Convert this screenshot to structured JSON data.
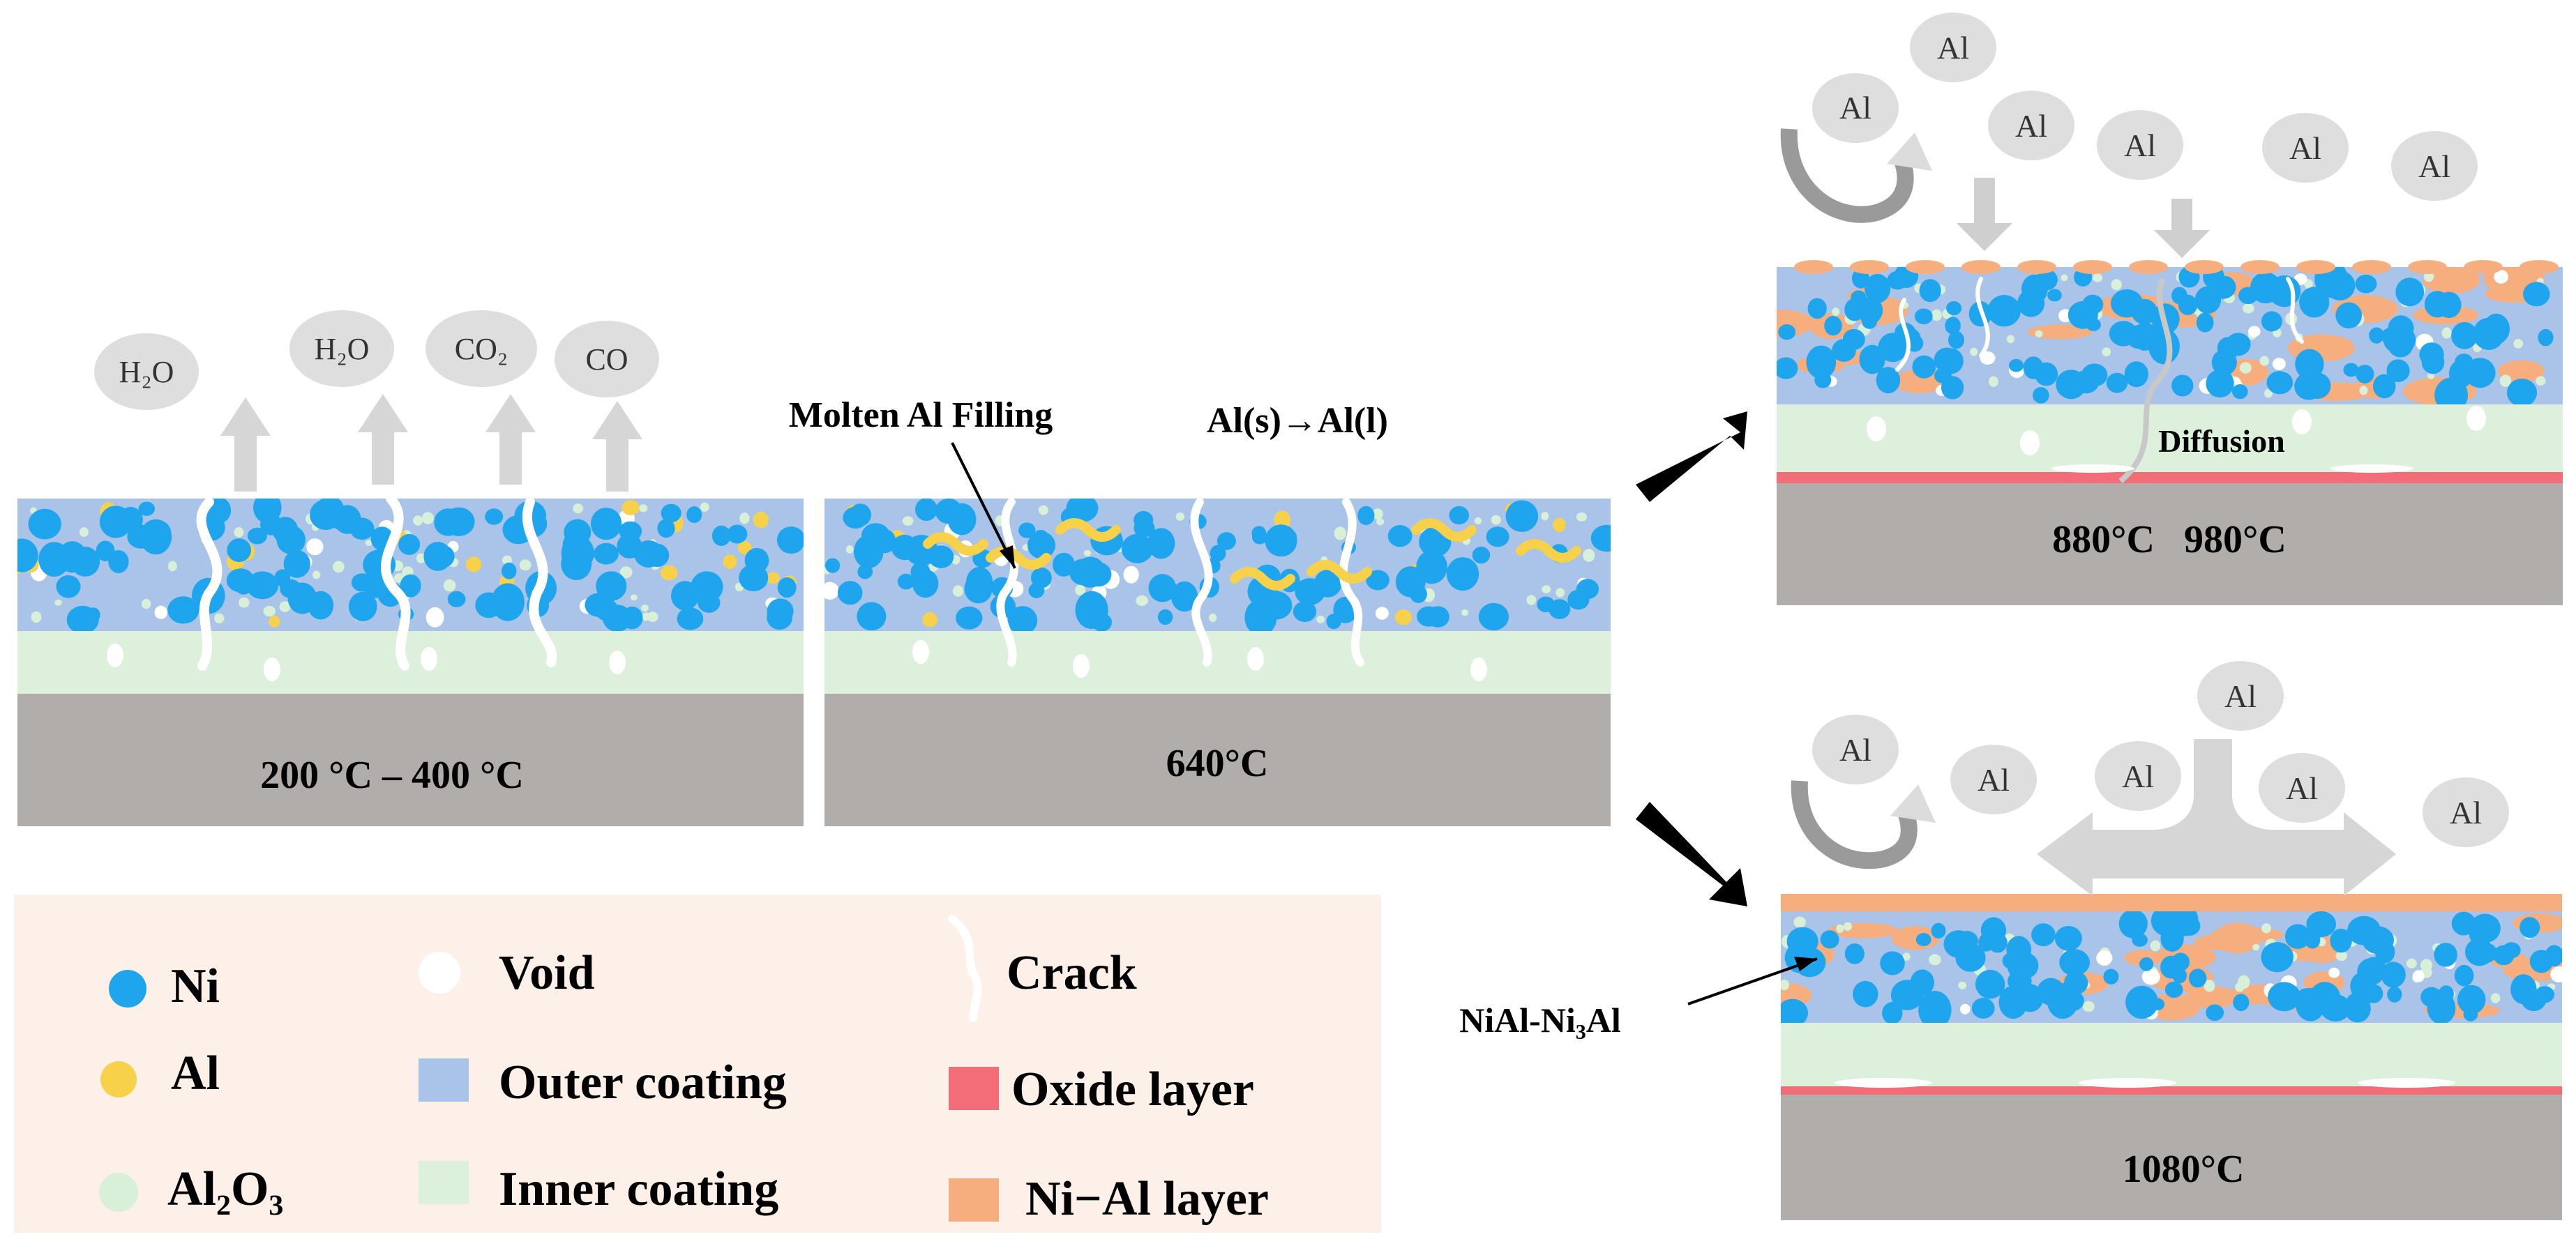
{
  "panel1": {
    "gases": [
      "H₂O",
      "H₂O",
      "CO₂",
      "CO"
    ],
    "temp": "200 °C – 400 °C"
  },
  "panel2": {
    "annotation": "Molten Al Filling",
    "reaction": "Al(s)→Al(l)",
    "temp": "640°C"
  },
  "panel3": {
    "al_labels": [
      "Al",
      "Al",
      "Al",
      "Al",
      "Al",
      "Al"
    ],
    "annotation": "Diffusion",
    "temp": "880°C   980°C"
  },
  "panel4": {
    "al_labels": [
      "Al",
      "Al",
      "Al",
      "Al",
      "Al",
      "Al"
    ],
    "annotation": "NiAl-Ni₃Al",
    "temp": "1080°C"
  },
  "legend": {
    "ni": "Ni",
    "al": "Al",
    "al2o3": "Al₂O₃",
    "void": "Void",
    "outer": "Outer coating",
    "inner": "Inner coating",
    "crack": "Crack",
    "oxide": "Oxide layer",
    "nial": "Ni−Al layer"
  },
  "colors": {
    "ni": "#1ea5ee",
    "al": "#f7d14a",
    "al2o3": "#d8efd8",
    "void": "#ffffff",
    "outer": "#a9c4e8",
    "inner": "#dcf0dc",
    "substrate": "#b1adab",
    "oxide": "#f26d78",
    "nial": "#f7ae7f",
    "legend_bg": "#fdf0e8",
    "gas_bubble": "#dedede",
    "arrow_gray": "#d6d6d6"
  }
}
